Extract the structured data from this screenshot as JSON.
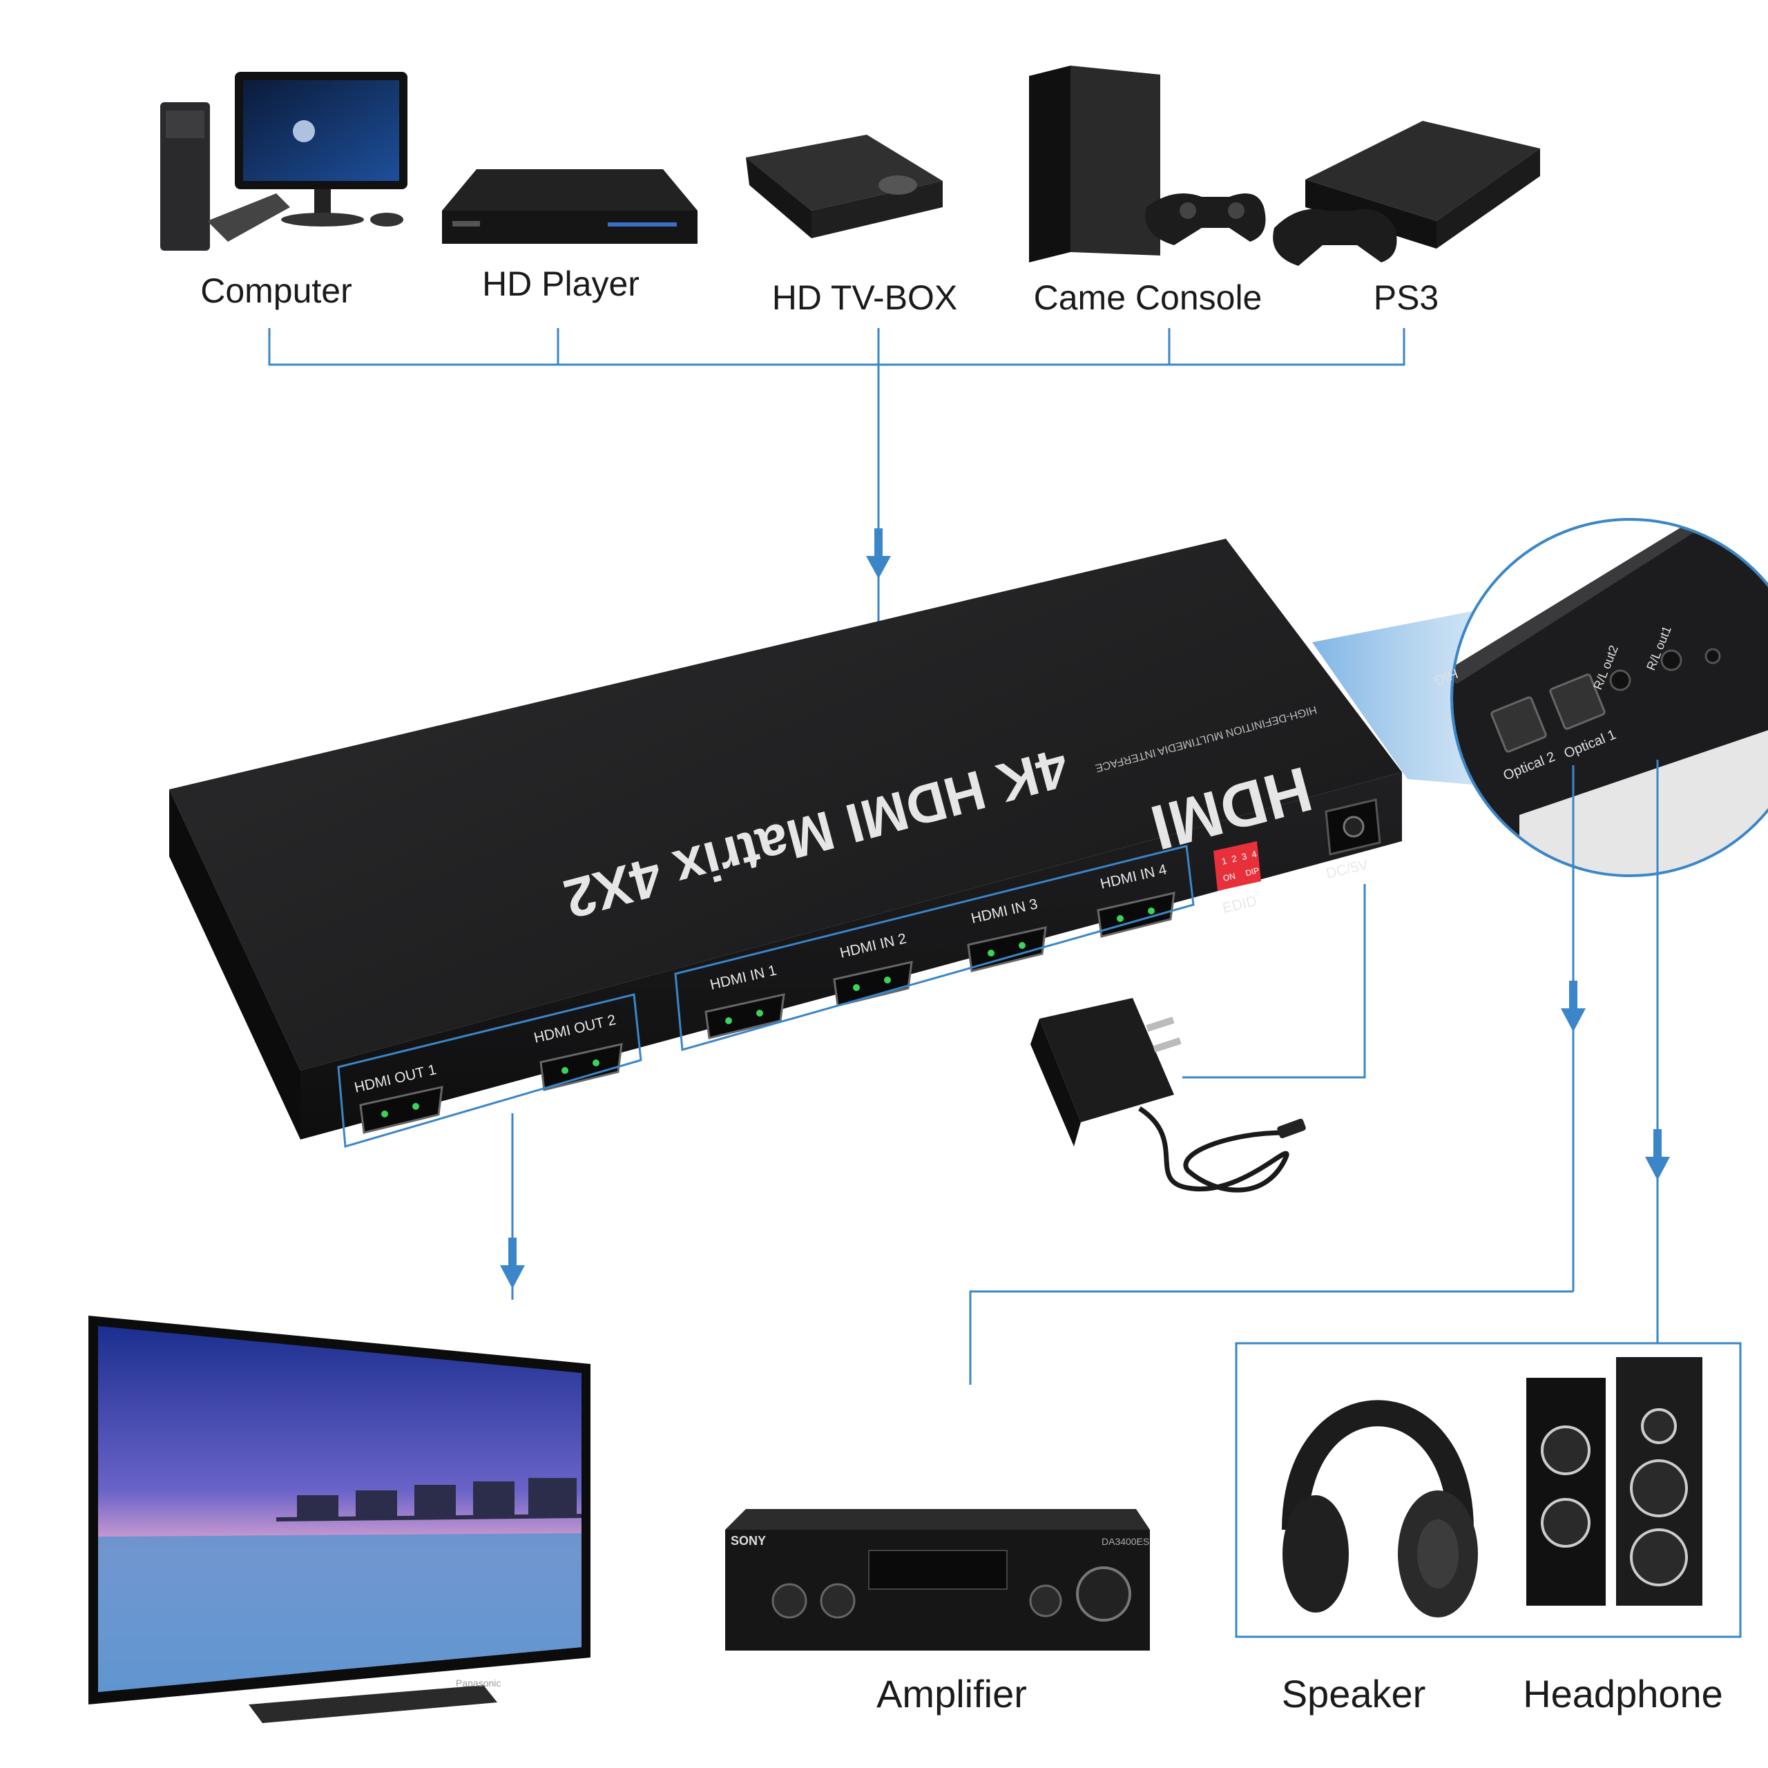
{
  "sources": [
    {
      "label": "Computer"
    },
    {
      "label": "HD Player"
    },
    {
      "label": "HD TV-BOX"
    },
    {
      "label": "Came Console"
    },
    {
      "label": "PS3"
    }
  ],
  "device": {
    "title": "4K HDMI Matrix 4X2",
    "logo": "HDMI",
    "logo_sub": "HIGH-DEFINITION MULTIMEDIA INTERFACE",
    "inputs": [
      "HDMI IN 1",
      "HDMI IN 2",
      "HDMI IN 3",
      "HDMI IN 4"
    ],
    "outputs": [
      "HDMI OUT 1",
      "HDMI OUT 2"
    ],
    "edid_label": "EDID",
    "dip_numbers": [
      "1",
      "2",
      "3",
      "4"
    ],
    "dip_on": "ON",
    "dip_text": "DIP",
    "power_label": "DC/5V"
  },
  "zoom_panel": {
    "ports": [
      "Optical 2",
      "Optical 1",
      "R/L out2",
      "R/L out1"
    ],
    "edge_text": "HIG"
  },
  "destinations": [
    {
      "label": "Amplifier"
    },
    {
      "label": "Speaker"
    },
    {
      "label": "Headphone"
    }
  ],
  "amplifier_brand": "SONY",
  "amplifier_model": "DA3400ES",
  "tv_brand": "Panasonic",
  "colors": {
    "line": "#3a86c8",
    "device": "#1c1c1e",
    "dip": "#e8303a"
  }
}
